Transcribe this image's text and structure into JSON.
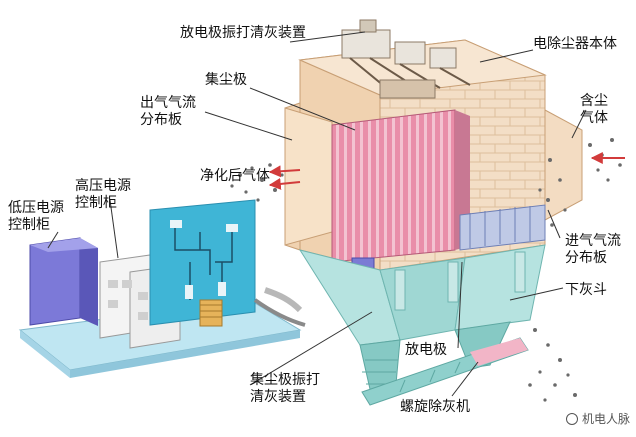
{
  "labels": {
    "rapping_discharge": "放电极振打清灰装置",
    "body": "电除尘器本体",
    "collecting_electrode": "集尘极",
    "outlet_distributor": "出气气流\n分布板",
    "dusty_gas": "含尘\n气体",
    "clean_gas": "净化后气体",
    "hv_cabinet": "高压电源\n控制柜",
    "lv_cabinet": "低压电源\n控制柜",
    "inlet_distributor": "进气气流\n分布板",
    "hopper": "下灰斗",
    "discharge_electrode": "放电极",
    "rapping_collecting": "集尘极振打\n清灰装置",
    "screw_conveyor": "螺旋除灰机"
  },
  "watermark": "机电人脉",
  "colors": {
    "casing": "#f2dcc2",
    "casing_dark": "#d9b58f",
    "hopper": "#b6e3e0",
    "hopper_dark": "#86c9c4",
    "collector_plate": "#e58fa7",
    "panel_blue": "#3fb5d6",
    "cabinet_blue": "#7c79d8",
    "dust": "#6a6a6a",
    "arrow": "#d23b3b"
  }
}
